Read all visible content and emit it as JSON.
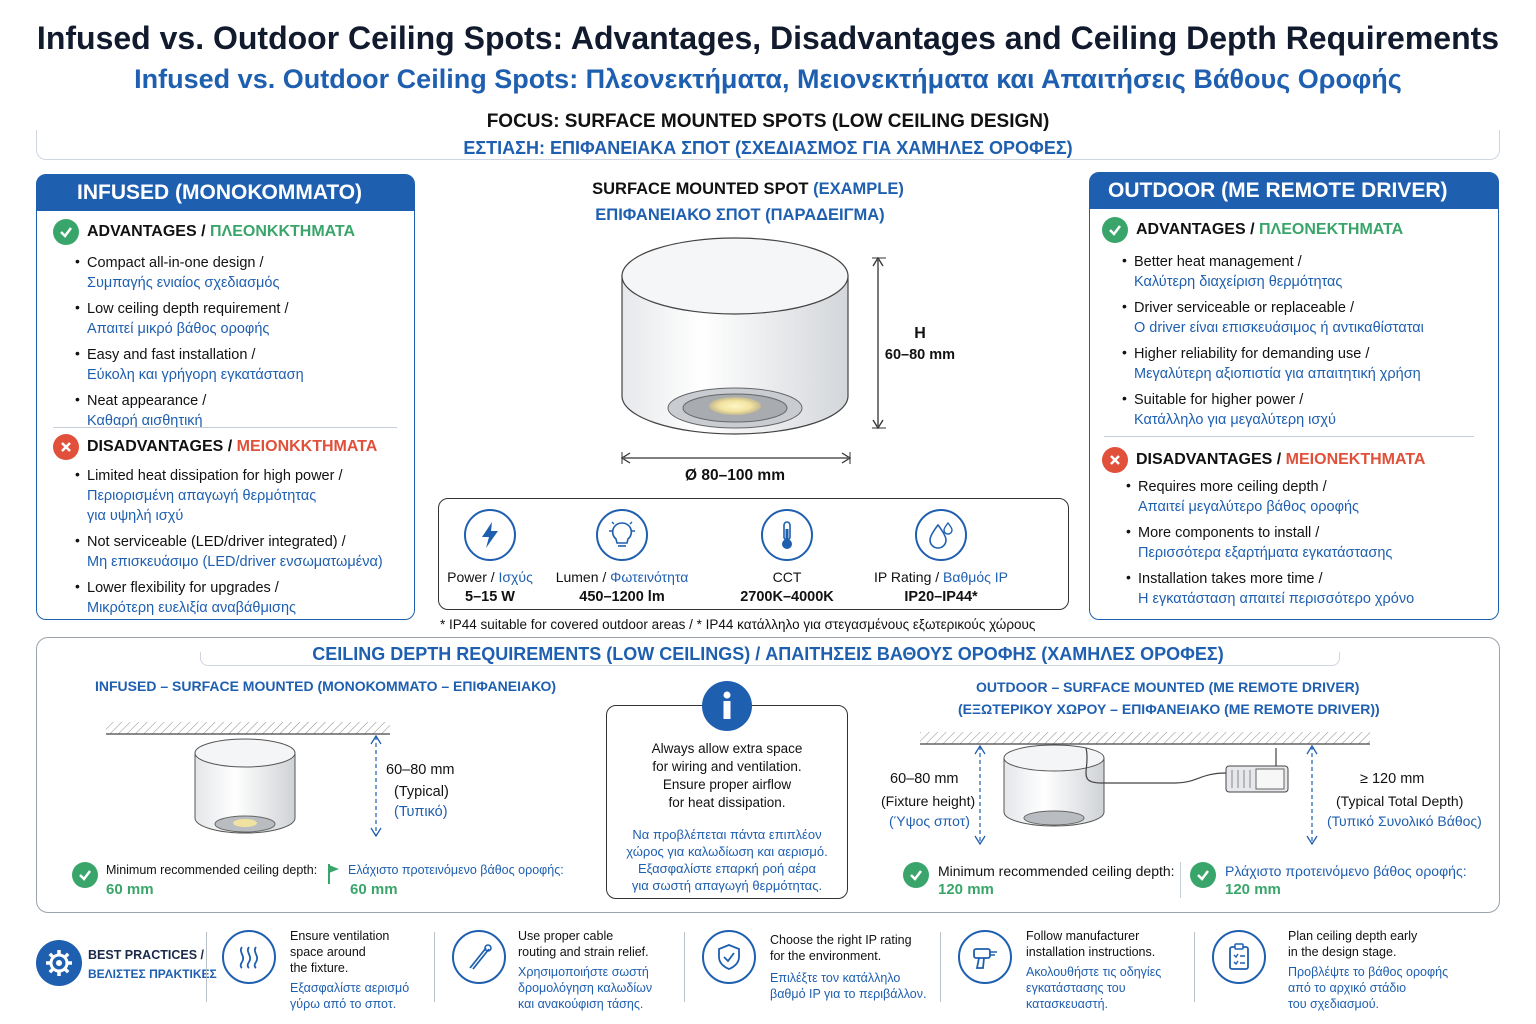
{
  "header": {
    "title": "Infused vs. Outdoor Ceiling Spots: Advantages, Disadvantages and Ceiling Depth Requirements",
    "subtitle": "Infused vs. Outdoor Ceiling Spots: Πλεονεκτήματα, Μειονεκτήματα και Απαιτήσεις Βάθους Οροφής",
    "focus_en": "FOCUS: SURFACE MOUNTED SPOTS (LOW CEILING DESIGN)",
    "focus_gr": "ΕΣΤΙΑΣΗ: ΕΠΙΦΑΝΕΙΑΚΑ ΣΠΟΤ (ΣΧΕΔΙΑΣΜΟΣ ΓΙΑ ΧΑΜΗΛΕΣ ΟΡΟΦΕΣ)"
  },
  "infused": {
    "title": "INFUSED (ΜΟΝΟΚΟΜΜΑΤΟ)",
    "adv_en": "ADVANTAGES",
    "adv_sep": "/",
    "adv_gr": "ΠΛΕΟΝΚΚΤΗΜΑΤΑ",
    "advantages": [
      {
        "en": "Compact all-in-one design /",
        "gr": "Συμπαγής ενιαίος σχεδιασμός"
      },
      {
        "en": "Low ceiling depth requirement /",
        "gr": "Απαιτεί μικρό βάθος οροφής"
      },
      {
        "en": "Easy and fast installation /",
        "gr": "Εύκολη και γρήγορη εγκατάσταση"
      },
      {
        "en": "Neat appearance /",
        "gr": "Καθαρή αισθητική"
      }
    ],
    "dis_en": "DISADVANTAGES",
    "dis_sep": "/",
    "dis_gr": "ΜΕΙΟΝΚΚΤΗΜΑΤΑ",
    "disadvantages": [
      {
        "en": "Limited heat dissipation for high power /",
        "gr": "Περιορισμένη απαγωγή θερμότητας",
        "gr2": "για υψηλή ισχύ"
      },
      {
        "en": "Not serviceable (LED/driver integrated) /",
        "gr": "Μη επισκευάσιμο (LED/driver ενσωματωμένα)"
      },
      {
        "en": "Lower flexibility for upgrades /",
        "gr": "Μικρότερη ευελιξία αναβάθμισης"
      }
    ]
  },
  "outdoor": {
    "title": "OUTDOOR (ΜΕ REMOTE DRIVER)",
    "adv_en": "ADVANTAGES",
    "adv_sep": "/",
    "adv_gr": "ΠΛΕΟΝΕΚΤΗΜΑΤΑ",
    "advantages": [
      {
        "en": "Better heat management /",
        "gr": "Καλύτερη διαχείριση θερμότητας"
      },
      {
        "en": "Driver serviceable or replaceable /",
        "gr": "Ο driver είναι επισκευάσιμος ή αντικαθίσταται"
      },
      {
        "en": "Higher reliability for demanding use /",
        "gr": "Μεγαλύτερη αξιοπιστία για απαιτητική χρήση"
      },
      {
        "en": "Suitable for higher power /",
        "gr": "Κατάλληλο για μεγαλύτερη ισχύ"
      }
    ],
    "dis_en": "DISADVANTAGES",
    "dis_sep": "/",
    "dis_gr": "ΜΕΙΟΝΕΚΤΗΜΑΤΑ",
    "disadvantages": [
      {
        "en": "Requires more ceiling depth /",
        "gr": "Απαιτεί μεγαλύτερο βάθος οροφής"
      },
      {
        "en": "More components to install /",
        "gr": "Περισσότερα εξαρτήματα εγκατάστασης"
      },
      {
        "en": "Installation takes more time /",
        "gr": "Η εγκατάσταση απαιτεί περισσότερο χρόνο"
      }
    ]
  },
  "example": {
    "title_en": "SURFACE MOUNTED SPOT",
    "title_en2": "(EXAMPLE)",
    "title_gr": "ΕΠΙΦΑΝΕΙΑΚΟ ΣΠΟΤ (ΠΑΡΑΔΕΙΓΜΑ)",
    "h_label": "H",
    "h_value": "60–80 mm",
    "d_value": "Ø 80–100 mm"
  },
  "specs": [
    {
      "icon": "lightning-icon",
      "label_en": "Power",
      "label_gr": "Ισχύς",
      "value": "5–15 W"
    },
    {
      "icon": "bulb-icon",
      "label_en": "Lumen",
      "label_gr": "Φωτεινότητα",
      "value": "450–1200 lm"
    },
    {
      "icon": "thermometer-icon",
      "label_en": "CCT",
      "label_gr": "",
      "value": "2700K–4000K"
    },
    {
      "icon": "water-drop-icon",
      "label_en": "IP Rating",
      "label_gr": "Βαθμός IP",
      "value": "IP20–IP44*"
    }
  ],
  "spec_sep": " / ",
  "footnote": "* IP44 suitable for covered outdoor areas / * IP44 κατάλληλο για στεγασμένους εξωτερικούς χώρους",
  "depth": {
    "title": "CEILING DEPTH REQUIREMENTS (LOW CEILINGS) / ΑΠΑΙΤΗΣΕΙΣ ΒΑΘΟΥΣ ΟΡΟΦΗΣ (ΧΑΜΗΛΕΣ ΟΡΟΦΕΣ)",
    "infused_title": "INFUSED – SURFACE MOUNTED (ΜΟΝΟΚΟΜΜΑΤΟ – ΕΠΙΦΑΝΕΙΑΚΟ)",
    "infused_dim": "60–80 mm",
    "infused_typ_en": "(Typical)",
    "infused_typ_gr": "(Τυπικό)",
    "infused_min_en": "Minimum recommended ceiling depth:",
    "infused_min_en_val": "60 mm",
    "infused_min_gr": "Ελάχιστο προτεινόμενο βάθος οροφής:",
    "infused_min_gr_val": "60 mm",
    "info_en": [
      "Always allow extra space",
      "for wiring and ventilation.",
      "Ensure proper airflow",
      "for heat dissipation."
    ],
    "info_gr": [
      "Να προβλέπεται πάντα επιπλέον",
      "χώρος για καλωδίωση και αερισμό.",
      "Εξασφαλίστε επαρκή ροή αέρα",
      "για σωστή απαγωγή θερμότητας."
    ],
    "outdoor_title": "OUTDOOR – SURFACE MOUNTED (ΜΕ REMOTE DRIVER)",
    "outdoor_title2": "(ΕΞΩΤΕΡΙΚΟΥ ΧΩΡΟΥ – ΕΠΙΦΑΝΕΙΑΚΟ (ΜΕ REMOTE DRIVER))",
    "outdoor_dim": "60–80 mm",
    "outdoor_fix_en": "(Fixture height)",
    "outdoor_fix_gr": "(Ύψος σποτ)",
    "outdoor_total": "≥ 120 mm",
    "outdoor_total_en": "(Typical Total Depth)",
    "outdoor_total_gr": "(Τυπικό Συνολικό Βάθος)",
    "outdoor_min_en": "Minimum recommended ceiling depth:",
    "outdoor_min_en_val": "120 mm",
    "outdoor_min_gr": "Ρλάχιστο προτεινόμενο βάθος οροφής:",
    "outdoor_min_gr_val": "120 mm"
  },
  "best_practices": {
    "label_en": "BEST PRACTICES /",
    "label_gr": "ΒΕΛΙΣΤΕΣ ΠΡΑΚΤΙΚΕΣ",
    "items": [
      {
        "icon": "heat-waves-icon",
        "en": [
          "Ensure ventilation",
          "space around",
          "the fixture."
        ],
        "gr": [
          "Εξασφαλίστε αερισμό",
          "γύρω από το σποτ."
        ]
      },
      {
        "icon": "cable-icon",
        "en": [
          "Use proper cable",
          "routing and strain relief."
        ],
        "gr": [
          "Χρησιμοποιήστε σωστή",
          "δρομολόγηση καλωδίων",
          "και ανακούφιση τάσης."
        ]
      },
      {
        "icon": "shield-check-icon",
        "en": [
          "Choose the right IP rating",
          "for the environment."
        ],
        "gr": [
          "Επιλέξτε τον κατάλληλο",
          "βαθμό IP για το περιβάλλον."
        ]
      },
      {
        "icon": "drill-icon",
        "en": [
          "Follow manufacturer",
          "installation instructions."
        ],
        "gr": [
          "Ακολουθήστε τις οδηγίες",
          "εγκατάστασης του",
          "κατασκευαστή."
        ]
      },
      {
        "icon": "clipboard-icon",
        "en": [
          "Plan ceiling depth early",
          "in the design stage."
        ],
        "gr": [
          "Προβλέψτε το βάθος οροφής",
          "από το αρχικό στάδιο",
          "του σχεδιασμού."
        ]
      }
    ]
  }
}
